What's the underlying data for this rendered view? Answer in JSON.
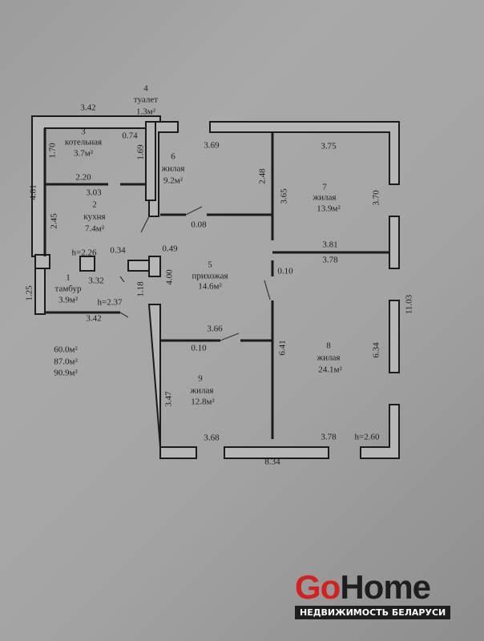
{
  "rooms": [
    {
      "num": "1",
      "name": "тамбур",
      "area": "3.9м²"
    },
    {
      "num": "2",
      "name": "кухня",
      "area": "7.4м²"
    },
    {
      "num": "3",
      "name": "котельная",
      "area": "3.7м²"
    },
    {
      "num": "4",
      "name": "туалет",
      "area": "1.3м²"
    },
    {
      "num": "5",
      "name": "прихожая",
      "area": "14.6м²"
    },
    {
      "num": "6",
      "name": "жилая",
      "area": "9.2м²"
    },
    {
      "num": "7",
      "name": "жилая",
      "area": "13.9м²"
    },
    {
      "num": "8",
      "name": "жилая",
      "area": "24.1м²"
    },
    {
      "num": "9",
      "name": "жилая",
      "area": "12.8м²"
    }
  ],
  "dims": {
    "top_annex": "3.42",
    "annex_h": "4.81",
    "d170": "1.70",
    "d074": "0.74",
    "d169": "1.69",
    "d220": "2.20",
    "d303": "3.03",
    "d245": "2.45",
    "h226": "h=2.26",
    "d034": "0.34",
    "d049": "0.49",
    "d332": "3.32",
    "d125": "1.25",
    "d118": "1.18",
    "h237": "h=2.37",
    "bottom_annex": "3.42",
    "d400": "4.00",
    "d369": "3.69",
    "d248": "2.48",
    "d008": "0.08",
    "d375": "3.75",
    "d365": "3.65",
    "d370": "3.70",
    "d381": "3.81",
    "d378a": "3.78",
    "d010a": "0.10",
    "d366": "3.66",
    "d010b": "0.10",
    "d641": "6.41",
    "d634": "6.34",
    "d1103": "11.03",
    "d347": "3.47",
    "d368": "3.68",
    "d378b": "3.78",
    "h260": "h=2.60",
    "d834": "8.34"
  },
  "totals": [
    "60.0м²",
    "87.0м²",
    "90.9м²"
  ],
  "logo": {
    "part1": "Go",
    "part2": "Home",
    "subtitle": "НЕДВИЖИМОСТЬ БЕЛАРУСИ",
    "colors": {
      "go": "#d42020",
      "home": "#1e1e1e"
    }
  }
}
